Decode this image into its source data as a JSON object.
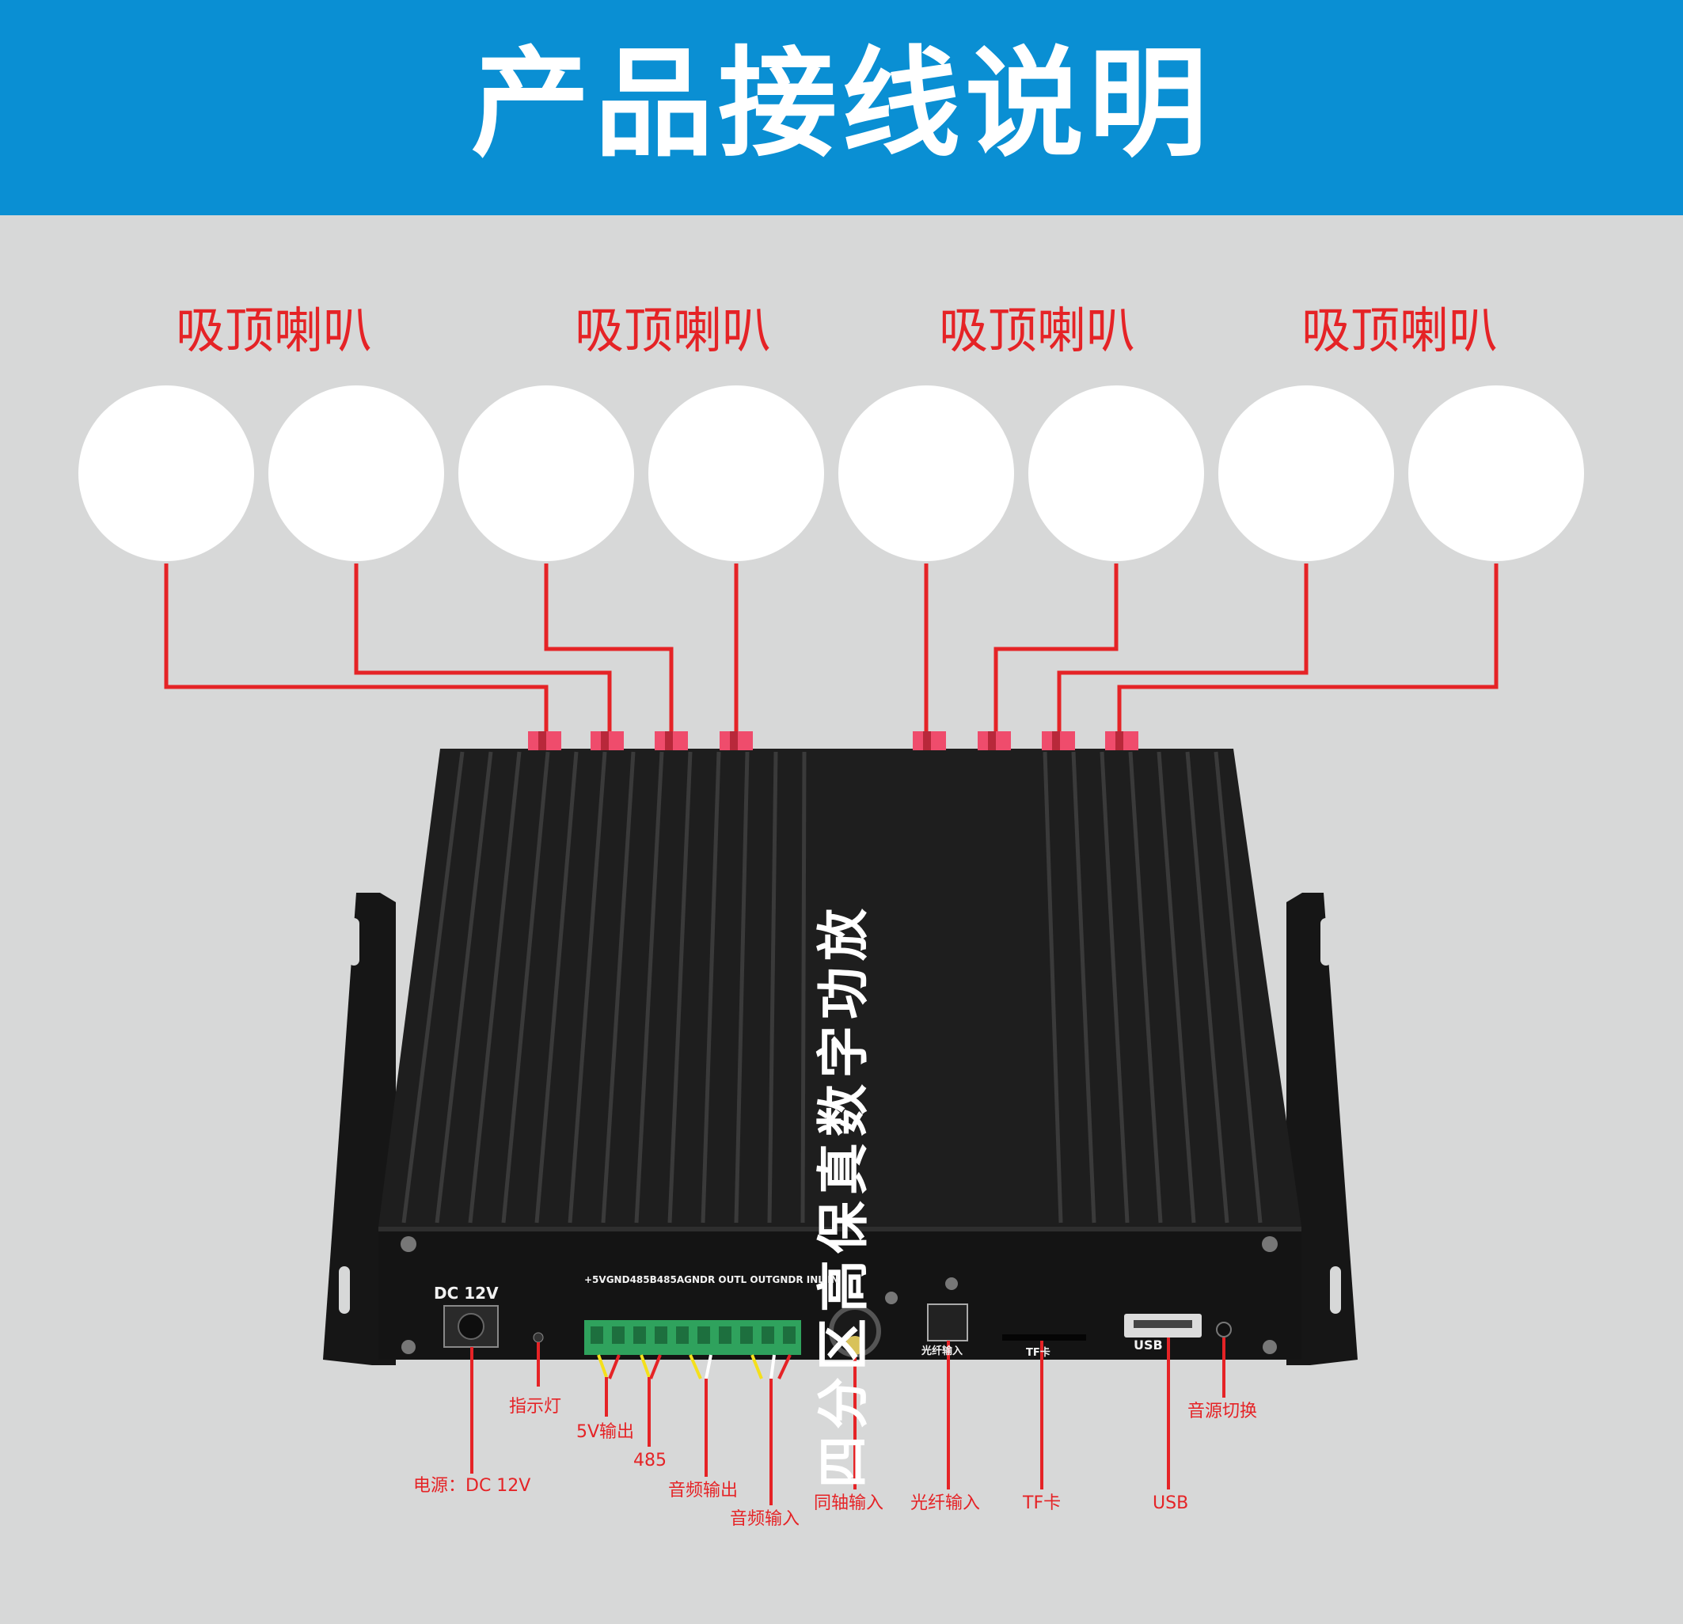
{
  "header": {
    "title": "产品接线说明",
    "background_color": "#0a8fd3",
    "text_color": "#ffffff"
  },
  "accent_color": "#e52326",
  "zones": [
    {
      "label": "吸顶喇叭"
    },
    {
      "label": "吸顶喇叭"
    },
    {
      "label": "吸顶喇叭"
    },
    {
      "label": "吸顶喇叭"
    }
  ],
  "speakers_count_per_zone": 2,
  "device": {
    "name": "四分区高保真数字功放",
    "panel": {
      "power_label": "DC 12V",
      "terminal_labels": [
        "+5V",
        "GND",
        "485B",
        "485A",
        "GND",
        "R OUT",
        "L OUT",
        "GND",
        "R IN",
        "L IN"
      ],
      "optical_label": "光纤输入",
      "tf_label": "TF卡",
      "usb_label": "USB"
    }
  },
  "callouts": {
    "power": "电源：DC 12V",
    "indicator": "指示灯",
    "out_5v": "5V输出",
    "rs485": "485",
    "audio_out": "音频输出",
    "audio_in": "音频输入",
    "coax_in": "同轴输入",
    "optical_in": "光纤输入",
    "tf_card": "TF卡",
    "usb": "USB",
    "source_switch": "音源切换"
  }
}
